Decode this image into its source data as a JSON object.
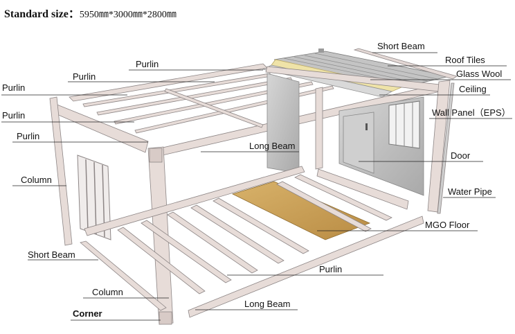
{
  "title": {
    "label": "Standard size：",
    "value": "5950㎜*3000㎜*2800㎜"
  },
  "labels": {
    "short_beam_top": "Short Beam",
    "roof_tiles": "Roof Tiles",
    "glass_wool": "Glass Wool",
    "ceiling": "Ceiling",
    "wall_panel": "Wall Panel（EPS）",
    "door": "Door",
    "water_pipe": "Water Pipe",
    "mgo_floor": "MGO Floor",
    "purlin_1": "Purlin",
    "purlin_2": "Purlin",
    "purlin_3": "Purlin",
    "purlin_4": "Purlin",
    "purlin_5": "Purlin",
    "purlin_bottom": "Purlin",
    "long_beam_top": "Long Beam",
    "long_beam_bottom": "Long Beam",
    "column_left": "Column",
    "column_bottom": "Column",
    "short_beam_bottom": "Short Beam",
    "corner": "Corner"
  },
  "colors": {
    "frame": "#e7dcd8",
    "frame_edge": "#8c8585",
    "roof": "#c9c9c9",
    "glass_wool": "#efe3a8",
    "floor": "#c9a25a",
    "wall_panel": "#bdbdbd",
    "leader": "#222222"
  }
}
